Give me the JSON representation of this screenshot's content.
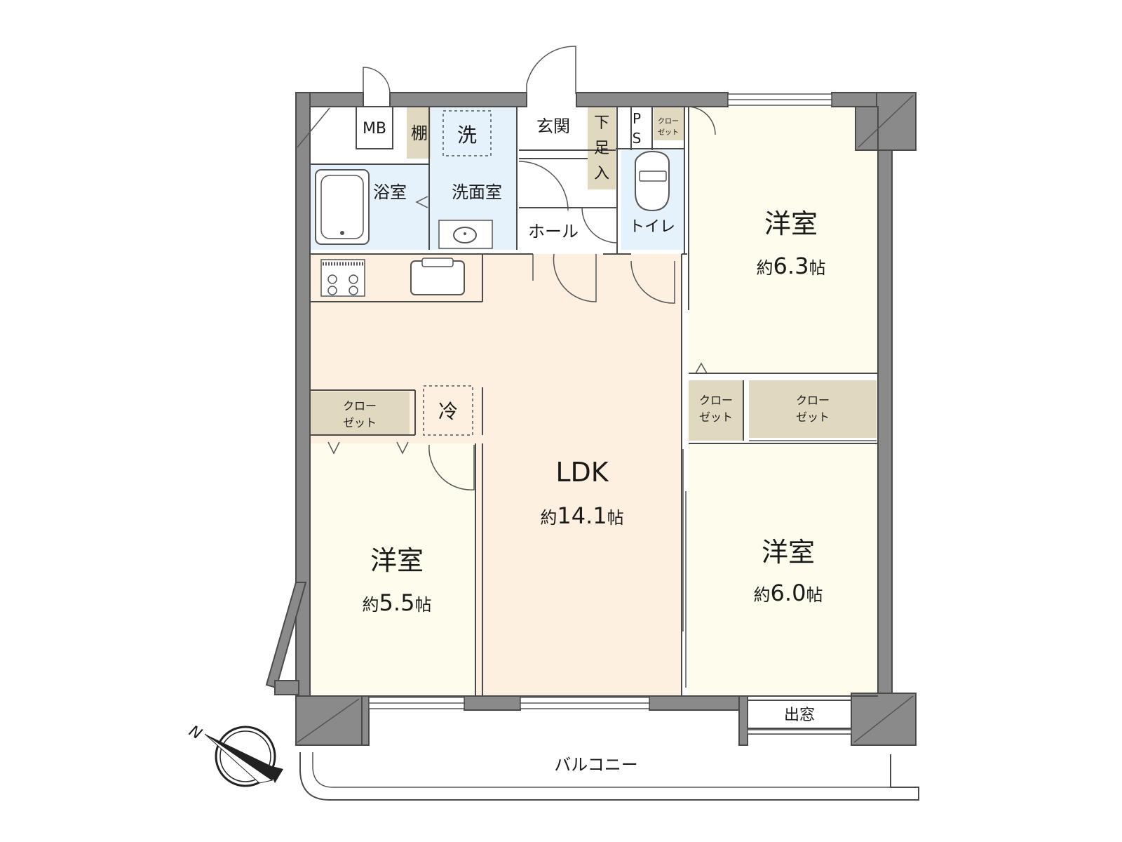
{
  "colors": {
    "wall": "#8a8a8a",
    "ldk_floor": "#fdf0e1",
    "western_floor": "#fefcec",
    "wet_area": "#e5f2fb",
    "closet": "#e0d8bf",
    "balcony": "#ffffff"
  },
  "rooms": {
    "ldk": {
      "name": "LDK",
      "prefix": "約",
      "size": "14.1",
      "unit": "帖"
    },
    "western_ne": {
      "name": "洋室",
      "prefix": "約",
      "size": "6.3",
      "unit": "帖"
    },
    "western_se": {
      "name": "洋室",
      "prefix": "約",
      "size": "6.0",
      "unit": "帖"
    },
    "western_w": {
      "name": "洋室",
      "prefix": "約",
      "size": "5.5",
      "unit": "帖"
    }
  },
  "labels": {
    "mb": "MB",
    "shelf": "棚",
    "washer": "洗",
    "bath": "浴室",
    "washroom": "洗面室",
    "entrance": "玄関",
    "shoe_box": [
      "下",
      "足",
      "入"
    ],
    "ps": [
      "P",
      "S"
    ],
    "closet_small": [
      "クロー",
      "ゼット"
    ],
    "toilet": "トイレ",
    "hall": "ホール",
    "fridge": "冷",
    "closet_ldk": [
      "クロー",
      "ゼット"
    ],
    "closet_mid": [
      "クロー",
      "ゼット"
    ],
    "closet_right": [
      "クロー",
      "ゼット"
    ],
    "bay_window": "出窓",
    "balcony": "バルコニー",
    "north": "N"
  },
  "icons": {
    "compass": "compass-icon",
    "bathtub": "bathtub-icon",
    "sink": "sink-icon",
    "stove": "stove-icon",
    "kitchen_sink": "kitchen-sink-icon",
    "toilet": "toilet-icon"
  }
}
